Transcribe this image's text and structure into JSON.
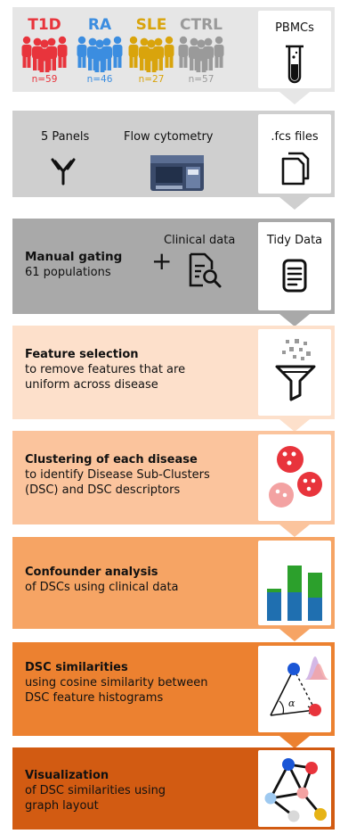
{
  "groups": [
    {
      "name": "T1D",
      "n": "n=59",
      "color": "#e8343c"
    },
    {
      "name": "RA",
      "n": "n=46",
      "color": "#3b8de0"
    },
    {
      "name": "SLE",
      "n": "n=27",
      "color": "#d9a40c"
    },
    {
      "name": "CTRL",
      "n": "n=57",
      "color": "#9a9a9a"
    }
  ],
  "step1": {
    "box": "PBMCs"
  },
  "step2": {
    "panels": "5 Panels",
    "flow": "Flow cytometry",
    "box": ".fcs files"
  },
  "step3": {
    "title": "Manual gating",
    "sub": "61 populations",
    "plus": "+",
    "clinical": "Clinical data",
    "box": "Tidy Data"
  },
  "step4": {
    "title": "Feature selection",
    "sub1": "to remove features that are",
    "sub2": "uniform across disease"
  },
  "step5": {
    "title": "Clustering of each disease",
    "sub1": "to identify Disease Sub-Clusters",
    "sub2": "(DSC) and DSC descriptors"
  },
  "step6": {
    "title": "Confounder analysis",
    "sub1": "of DSCs using clinical data"
  },
  "step7": {
    "title": "DSC similarities",
    "sub1": "using cosine similarity between",
    "sub2": "DSC feature histograms",
    "alpha": "α"
  },
  "step8": {
    "title": "Visualization",
    "sub1": "of DSC similarities using",
    "sub2": "graph layout"
  },
  "colors": {
    "band1": "#e6e6e6",
    "band2": "#cfcfcf",
    "band3": "#a9a9a9",
    "band4": "#fde0cb",
    "band5": "#fbc49d",
    "band6": "#f6a464",
    "band7": "#ec8130",
    "band8": "#d25b12"
  }
}
